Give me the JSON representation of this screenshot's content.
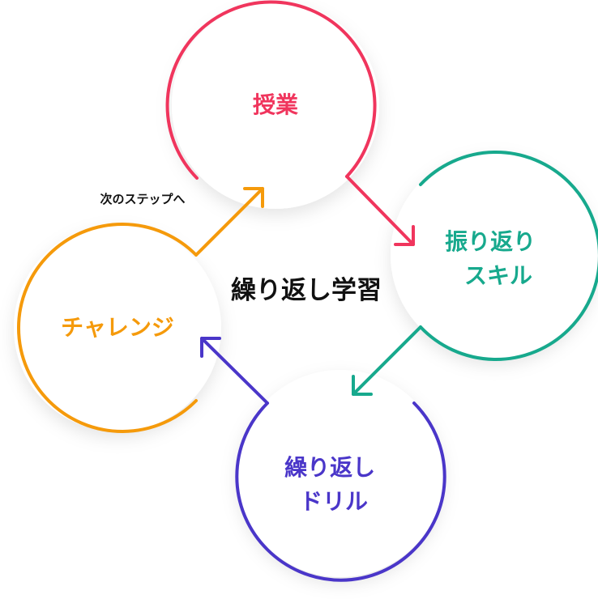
{
  "center_label": "繰り返し学習",
  "next_step_label": "次のステップへ",
  "nodes": [
    {
      "id": "lesson",
      "lines": [
        "授業"
      ],
      "color": "#f0355d"
    },
    {
      "id": "reflection",
      "lines": [
        "振り返り",
        "スキル"
      ],
      "color": "#17a98d"
    },
    {
      "id": "drill",
      "lines": [
        "繰り返し",
        "ドリル"
      ],
      "color": "#4a36c9"
    },
    {
      "id": "challenge",
      "lines": [
        "チャレンジ"
      ],
      "color": "#f59a0b"
    }
  ]
}
